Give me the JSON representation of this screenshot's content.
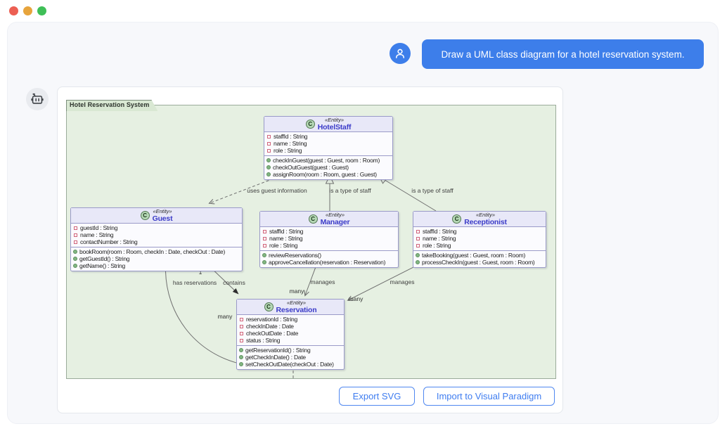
{
  "window": {
    "buttons": [
      {
        "name": "close",
        "color": "#ec5f53"
      },
      {
        "name": "minimize",
        "color": "#e7a43c"
      },
      {
        "name": "zoom",
        "color": "#3fbf57"
      }
    ]
  },
  "chat": {
    "user_message": "Draw a UML class diagram for a hotel reservation system.",
    "accent_color": "#3d7eea"
  },
  "icons": {
    "user_avatar": "person-icon",
    "bot_avatar": "robot-icon",
    "class_icon_letter": "C"
  },
  "diagram": {
    "frame_title": "Hotel Reservation System",
    "frame_bg_color": "#e6f0e2",
    "class_header_color": "#e8e8f8",
    "class_name_color": "#3c3cc8",
    "classes": [
      {
        "name": "HotelStaff",
        "stereotype": "«Entity»",
        "attributes": [
          "staffId : String",
          "name : String",
          "role : String"
        ],
        "operations": [
          "checkInGuest(guest : Guest, room : Room)",
          "checkOutGuest(guest : Guest)",
          "assignRoom(room : Room, guest : Guest)"
        ]
      },
      {
        "name": "Guest",
        "stereotype": "«Entity»",
        "attributes": [
          "guestId : String",
          "name : String",
          "contactNumber : String"
        ],
        "operations": [
          "bookRoom(room : Room, checkIn : Date, checkOut : Date)",
          "getGuestId() : String",
          "getName() : String"
        ]
      },
      {
        "name": "Manager",
        "stereotype": "«Entity»",
        "attributes": [
          "staffId : String",
          "name : String",
          "role : String"
        ],
        "operations": [
          "reviewReservations()",
          "approveCancellation(reservation : Reservation)"
        ]
      },
      {
        "name": "Receptionist",
        "stereotype": "«Entity»",
        "attributes": [
          "staffId : String",
          "name : String",
          "role : String"
        ],
        "operations": [
          "takeBooking(guest : Guest, room : Room)",
          "processCheckIn(guest : Guest, room : Room)"
        ]
      },
      {
        "name": "Reservation",
        "stereotype": "«Entity»",
        "attributes": [
          "reservationId : String",
          "checkInDate : Date",
          "checkOutDate : Date",
          "status : String"
        ],
        "operations": [
          "getReservationId() : String",
          "getCheckInDate() : Date",
          "setCheckOutDate(checkOut : Date)"
        ]
      }
    ],
    "relationships": [
      {
        "from": "HotelStaff",
        "to": "Guest",
        "type": "dashed-dependency",
        "label": "uses guest information"
      },
      {
        "from": "Manager",
        "to": "HotelStaff",
        "type": "generalization",
        "label": "is a type of staff"
      },
      {
        "from": "Receptionist",
        "to": "HotelStaff",
        "type": "generalization",
        "label": "is a type of staff"
      },
      {
        "from": "Guest",
        "to": "Reservation",
        "type": "association",
        "label": "has reservations",
        "target_multiplicity": "many"
      },
      {
        "from": "Guest",
        "to": "Reservation",
        "type": "association",
        "label": "contains",
        "source_multiplicity": "1"
      },
      {
        "from": "Manager",
        "to": "Reservation",
        "type": "association",
        "label": "manages",
        "target_multiplicity": "many"
      },
      {
        "from": "Receptionist",
        "to": "Reservation",
        "type": "association",
        "label": "manages",
        "target_multiplicity": "many"
      }
    ]
  },
  "actions": {
    "export_svg": "Export SVG",
    "import_vp": "Import to Visual Paradigm"
  }
}
